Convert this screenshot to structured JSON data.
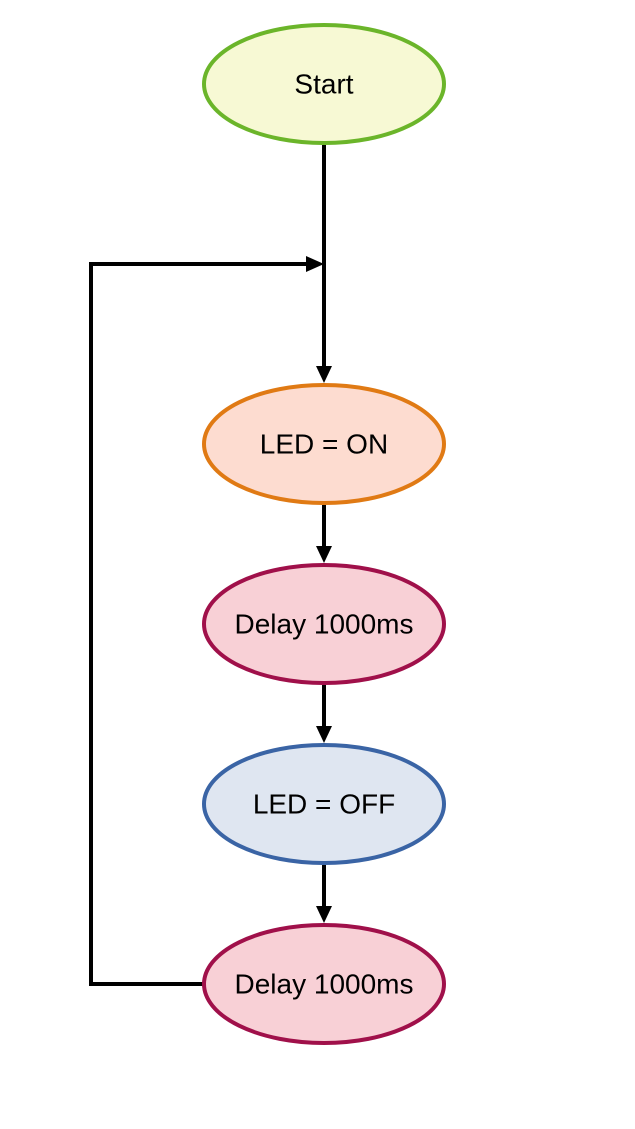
{
  "flowchart": {
    "nodes": [
      {
        "id": "start",
        "label": "Start",
        "fill": "#f7f9d4",
        "stroke": "#6bb52a"
      },
      {
        "id": "led-on",
        "label": "LED = ON",
        "fill": "#fddcd0",
        "stroke": "#e07a14"
      },
      {
        "id": "delay-1",
        "label": "Delay 1000ms",
        "fill": "#f8d0d6",
        "stroke": "#a0104a"
      },
      {
        "id": "led-off",
        "label": "LED = OFF",
        "fill": "#dfe6f1",
        "stroke": "#3a64a5"
      },
      {
        "id": "delay-2",
        "label": "Delay 1000ms",
        "fill": "#f8d0d6",
        "stroke": "#a0104a"
      }
    ],
    "edges": [
      {
        "from": "start",
        "to": "led-on"
      },
      {
        "from": "led-on",
        "to": "delay-1"
      },
      {
        "from": "delay-1",
        "to": "led-off"
      },
      {
        "from": "led-off",
        "to": "delay-2"
      },
      {
        "from": "delay-2",
        "to": "led-on",
        "kind": "loop-back"
      }
    ]
  }
}
